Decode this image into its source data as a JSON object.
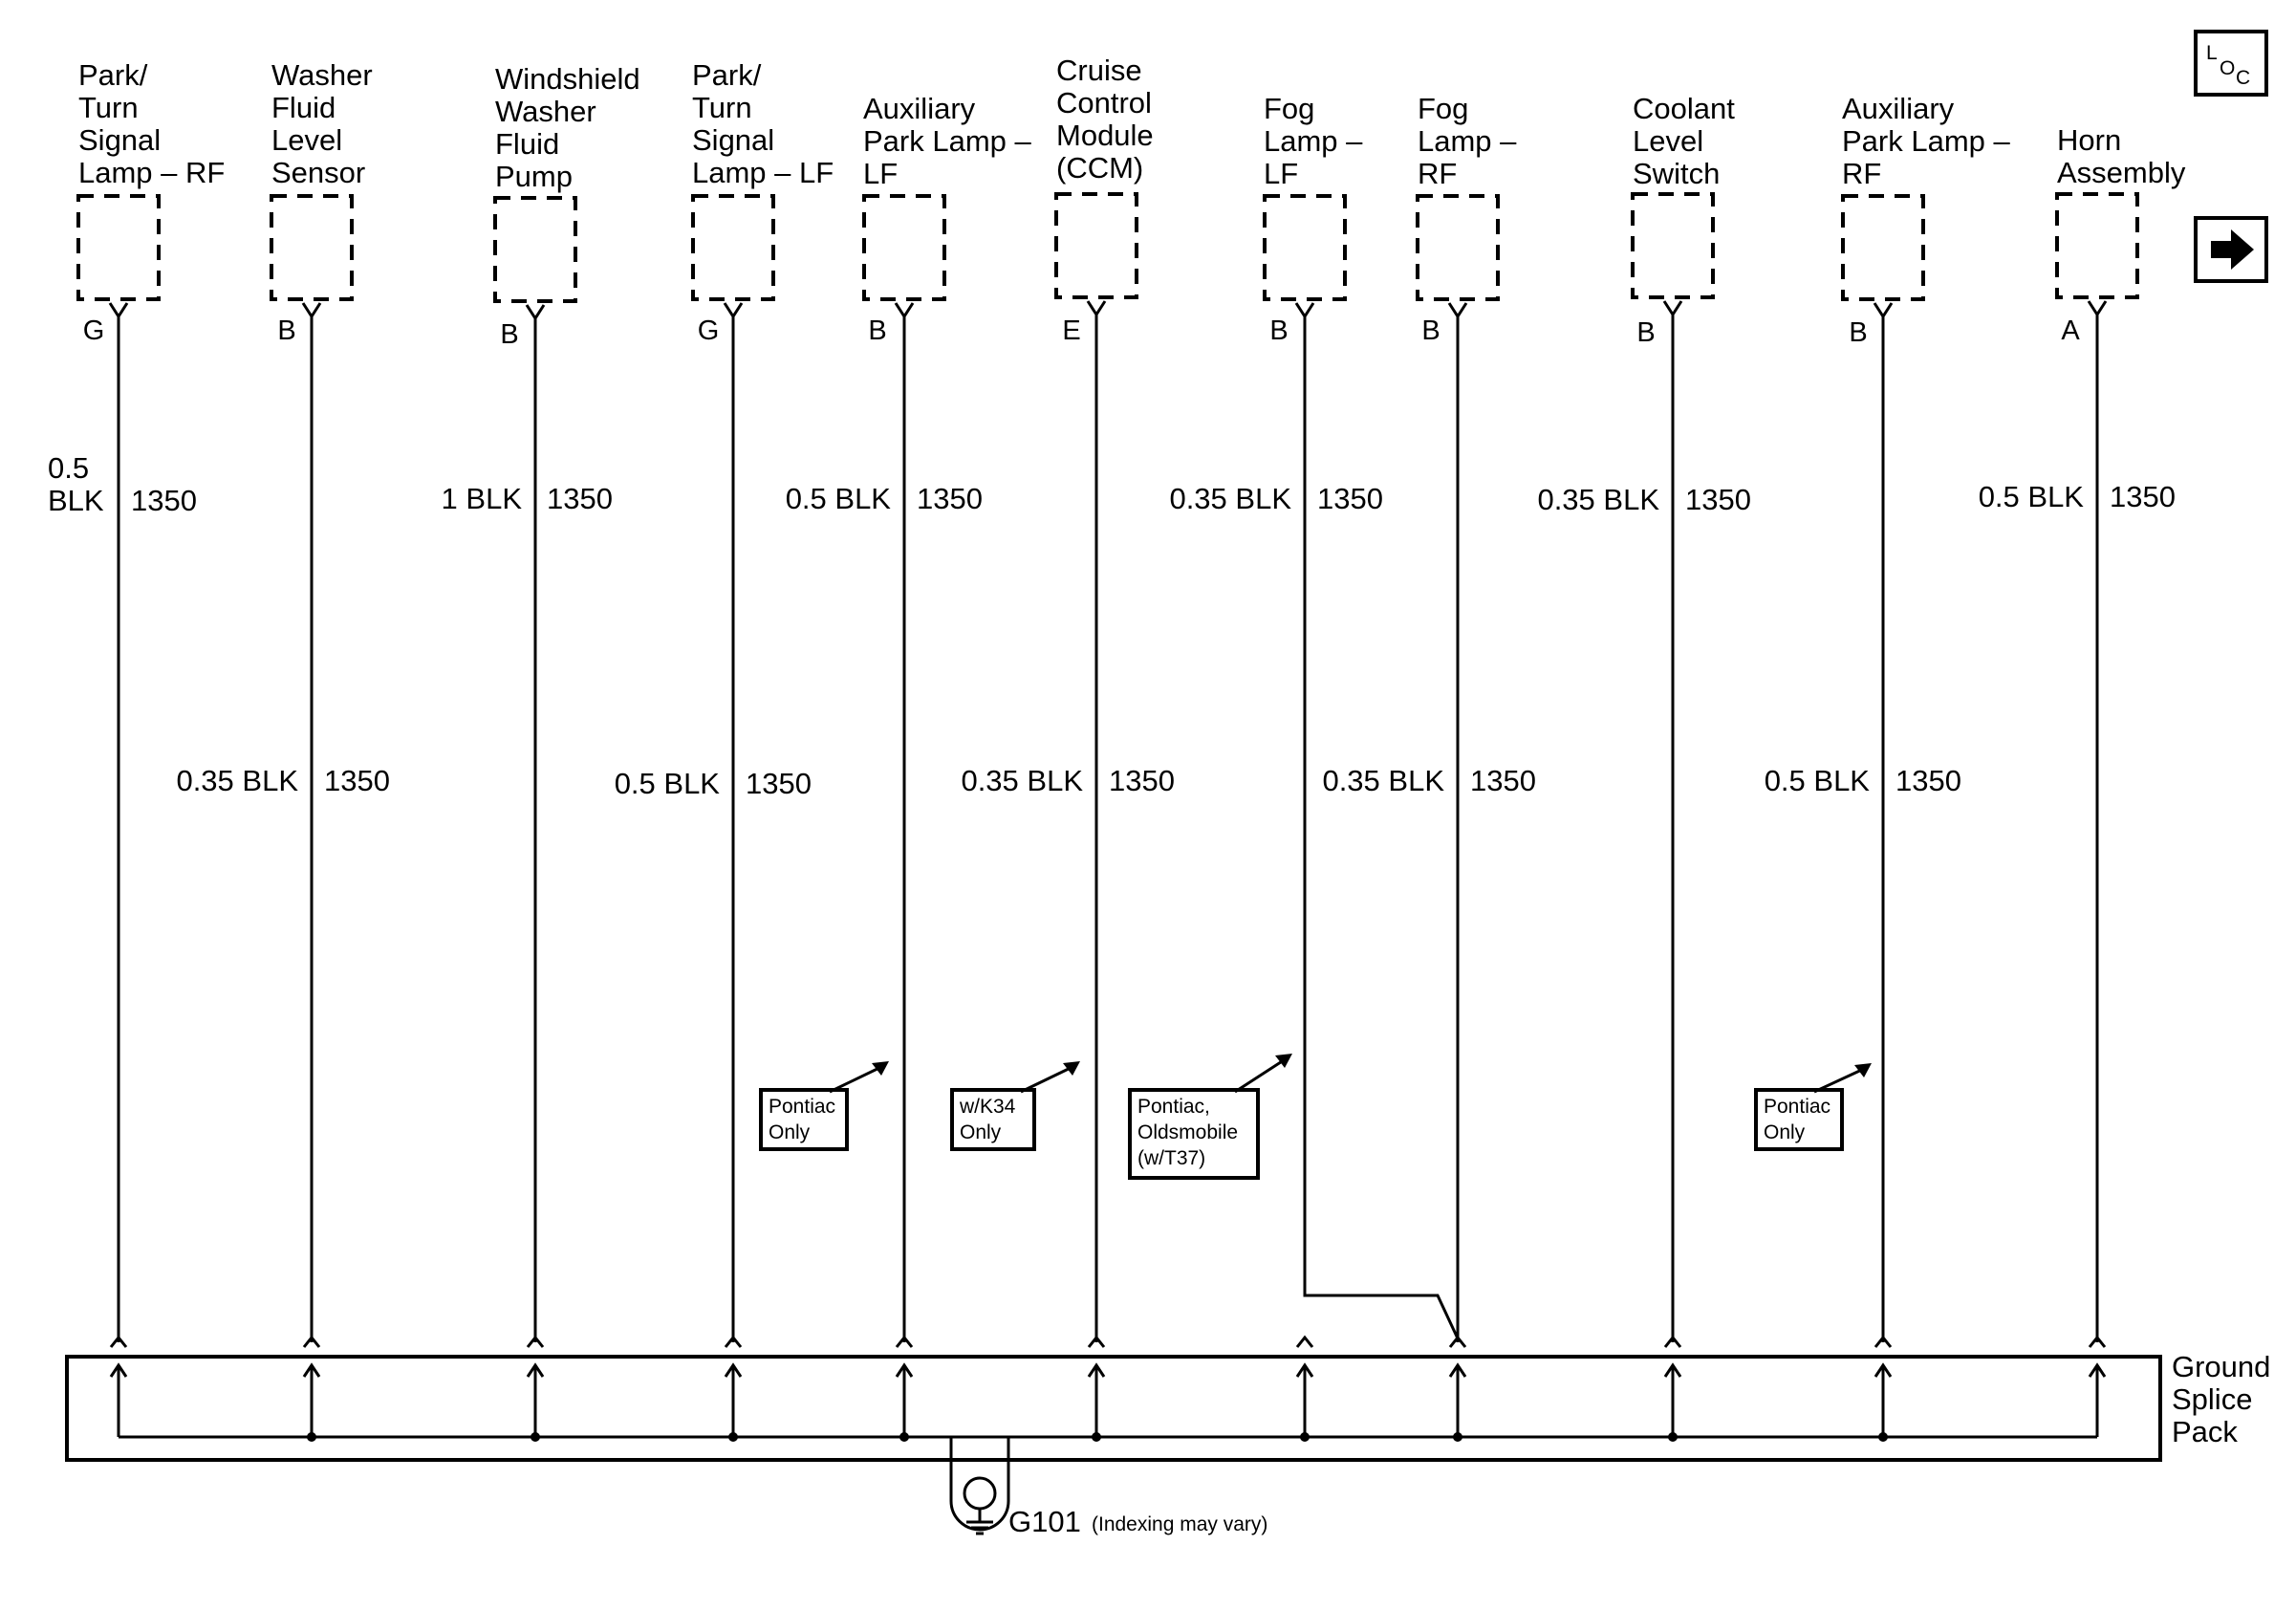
{
  "components": [
    {
      "name": [
        "Park/",
        "Turn",
        "Signal",
        "Lamp – RF"
      ],
      "pin": "G",
      "wire": [
        "0.5",
        "BLK"
      ],
      "circuit": "1350"
    },
    {
      "name": [
        "Washer",
        "Fluid",
        "Level",
        "Sensor"
      ],
      "pin": "B",
      "wire": [
        "0.35 BLK"
      ],
      "circuit": "1350"
    },
    {
      "name": [
        "Windshield",
        "Washer",
        "Fluid",
        "Pump"
      ],
      "pin": "B",
      "wire": [
        "1 BLK"
      ],
      "circuit": "1350"
    },
    {
      "name": [
        "Park/",
        "Turn",
        "Signal",
        "Lamp – LF"
      ],
      "pin": "G",
      "wire": [
        "0.5 BLK"
      ],
      "circuit": "1350"
    },
    {
      "name": [
        "Auxiliary",
        "Park Lamp –",
        "LF"
      ],
      "pin": "B",
      "wire": [
        "0.5 BLK"
      ],
      "circuit": "1350"
    },
    {
      "name": [
        "Cruise",
        "Control",
        "Module",
        "(CCM)"
      ],
      "pin": "E",
      "wire": [
        "0.35 BLK"
      ],
      "circuit": "1350"
    },
    {
      "name": [
        "Fog",
        "Lamp –",
        "LF"
      ],
      "pin": "B",
      "wire": [
        "0.35 BLK"
      ],
      "circuit": "1350"
    },
    {
      "name": [
        "Fog",
        "Lamp –",
        "RF"
      ],
      "pin": "B",
      "wire": [
        "0.35 BLK"
      ],
      "circuit": "1350"
    },
    {
      "name": [
        "Coolant",
        "Level",
        "Switch"
      ],
      "pin": "B",
      "wire": [
        "0.35 BLK"
      ],
      "circuit": "1350"
    },
    {
      "name": [
        "Auxiliary",
        "Park Lamp –",
        "RF"
      ],
      "pin": "B",
      "wire": [
        "0.5 BLK"
      ],
      "circuit": "1350"
    },
    {
      "name": [
        "Horn",
        "Assembly"
      ],
      "pin": "A",
      "wire": [
        "0.5 BLK"
      ],
      "circuit": "1350"
    }
  ],
  "option_notes": [
    {
      "lines": [
        "Pontiac",
        "Only"
      ]
    },
    {
      "lines": [
        "w/K34",
        "Only"
      ]
    },
    {
      "lines": [
        "Pontiac,",
        "Oldsmobile",
        "(w/T37)"
      ]
    },
    {
      "lines": [
        "Pontiac",
        "Only"
      ]
    }
  ],
  "splice_pack": {
    "lines": [
      "Ground",
      "Splice",
      "Pack"
    ]
  },
  "ground": {
    "id": "G101",
    "note": "(Indexing may vary)"
  },
  "loc_icon": {
    "main": "L",
    "sub1": "O",
    "sub2": "C"
  },
  "nav_icon": "right-arrow-icon"
}
